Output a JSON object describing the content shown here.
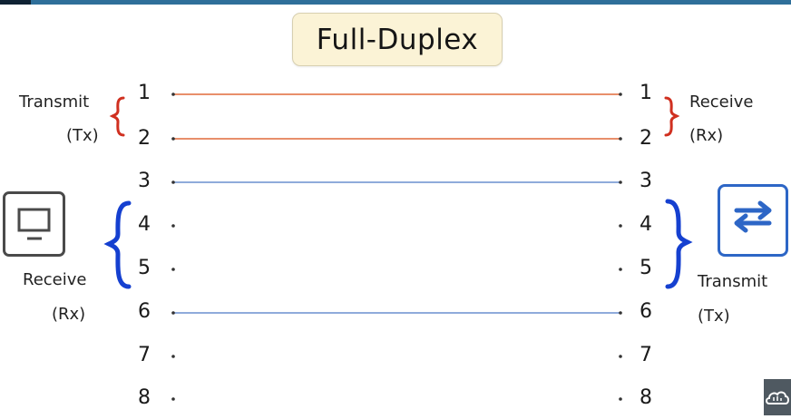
{
  "title": "Full-Duplex",
  "left": {
    "transmit_label": "Transmit",
    "transmit_abbr": "(Tx)",
    "receive_label": "Receive",
    "receive_abbr": "(Rx)",
    "device_icon": "monitor-icon"
  },
  "right": {
    "receive_label": "Receive",
    "receive_abbr": "(Rx)",
    "transmit_label": "Transmit",
    "transmit_abbr": "(Tx)",
    "device_icon": "switch-arrows-icon"
  },
  "pins": [
    "1",
    "2",
    "3",
    "4",
    "5",
    "6",
    "7",
    "8"
  ],
  "wires": [
    {
      "pin": "1",
      "connected": true,
      "color": "#e06a3a"
    },
    {
      "pin": "2",
      "connected": true,
      "color": "#e06a3a"
    },
    {
      "pin": "3",
      "connected": true,
      "color": "#6a8fcf"
    },
    {
      "pin": "4",
      "connected": false
    },
    {
      "pin": "5",
      "connected": false
    },
    {
      "pin": "6",
      "connected": true,
      "color": "#6a8fcf"
    },
    {
      "pin": "7",
      "connected": false
    },
    {
      "pin": "8",
      "connected": false
    }
  ],
  "colors": {
    "tx_bracket": "#d03020",
    "rx_bracket_left": "#1540d0",
    "rx_bracket_right": "#1540d0",
    "switch": "#2d66c6",
    "pc": "#4a4a4a"
  },
  "corner_icon": "cloud-icon"
}
